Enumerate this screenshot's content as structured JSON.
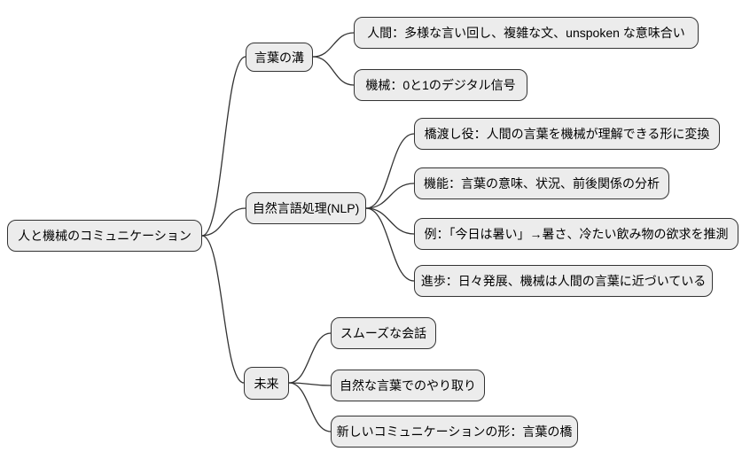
{
  "diagram": {
    "root": {
      "label": "人と機械のコミュニケーション"
    },
    "branches": [
      {
        "label": "言葉の溝",
        "children": [
          {
            "label": "人間：多様な言い回し、複雑な文、unspoken な意味合い"
          },
          {
            "label": "機械：0と1のデジタル信号"
          }
        ]
      },
      {
        "label": "自然言語処理(NLP)",
        "children": [
          {
            "label": "橋渡し役：人間の言葉を機械が理解できる形に変換"
          },
          {
            "label": "機能：言葉の意味、状況、前後関係の分析"
          },
          {
            "label": "例：「今日は暑い」→暑さ、冷たい飲み物の欲求を推測"
          },
          {
            "label": "進歩：日々発展、機械は人間の言葉に近づいている"
          }
        ]
      },
      {
        "label": "未来",
        "children": [
          {
            "label": "スムーズな会話"
          },
          {
            "label": "自然な言葉でのやり取り"
          },
          {
            "label": "新しいコミュニケーションの形：言葉の橋"
          }
        ]
      }
    ]
  },
  "colors": {
    "background": "#ffffff",
    "node_fill": "#ececec",
    "node_border": "#333333",
    "connector": "#333333",
    "text": "#000000"
  }
}
